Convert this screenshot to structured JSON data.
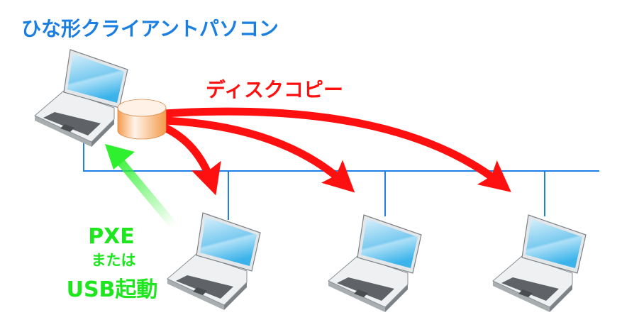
{
  "title": "ひな形クライアントパソコン",
  "copy_label": "ディスクコピー",
  "boot_label": {
    "line1": "PXE",
    "line2": "または",
    "line3": "USB起動"
  },
  "colors": {
    "title": "#1a7fe0",
    "copy": "#ff1010",
    "boot": "#1ee61e",
    "network": "#1f7fe8",
    "disk": "#f7a55a"
  },
  "icons": [
    "laptop-icon",
    "disk-icon",
    "arrow-icon"
  ]
}
